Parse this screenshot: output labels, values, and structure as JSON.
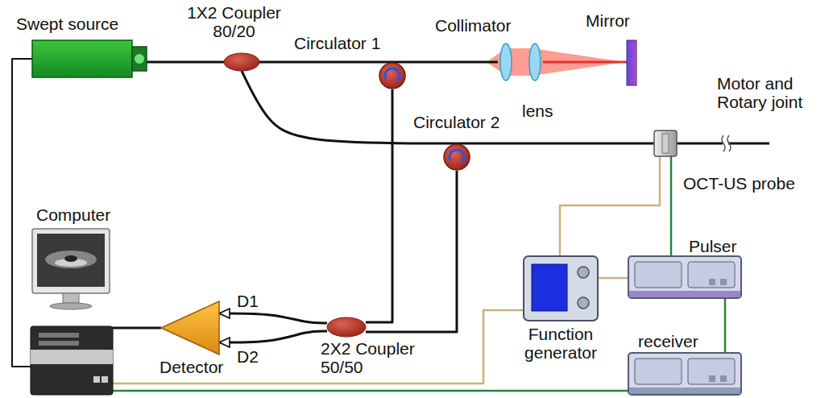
{
  "diagram": {
    "nodes": [
      {
        "text": [
          "Swept source"
        ]
      },
      {
        "text": [
          "1X2 Coupler 80/20"
        ]
      },
      {
        "text": [
          "Circulator 1"
        ]
      },
      {
        "text": [
          "Collimator",
          "lens"
        ]
      },
      {
        "text": [
          "Mirror"
        ]
      },
      {
        "text": [
          "Motor and Rotary joint",
          "OCT-US probe"
        ]
      },
      {
        "text": [
          "Circulator 2"
        ]
      },
      {
        "text": [
          "Computer"
        ]
      },
      {
        "text": [
          "Function generator"
        ]
      },
      {
        "text": [
          "Pulser"
        ]
      },
      {
        "text": [
          "Detector"
        ]
      },
      {
        "text": [
          "2X2 Coupler 50/50"
        ]
      },
      {
        "text": [
          "receiver"
        ]
      }
    ],
    "edges": [
      {
        "from": 0,
        "to": 1,
        "arrow": "none"
      },
      {
        "from": 1,
        "to": 2,
        "arrow": "none"
      },
      {
        "from": 2,
        "to": 3,
        "arrow": "none"
      },
      {
        "from": 3,
        "to": 4,
        "arrow": "none"
      },
      {
        "from": 1,
        "to": 6,
        "arrow": "none"
      },
      {
        "from": 6,
        "to": 5,
        "arrow": "none"
      },
      {
        "from": 2,
        "to": 11,
        "arrow": "none"
      },
      {
        "from": 6,
        "to": 11,
        "arrow": "none"
      },
      {
        "from": 11,
        "to": 10,
        "label": "D1",
        "arrow": "to"
      },
      {
        "from": 11,
        "to": 10,
        "label": "D2",
        "arrow": "to"
      },
      {
        "from": 10,
        "to": 7,
        "arrow": "none"
      },
      {
        "from": 0,
        "to": 7,
        "arrow": "none"
      },
      {
        "from": 8,
        "to": 5,
        "arrow": "none"
      },
      {
        "from": 8,
        "to": 9,
        "arrow": "none"
      },
      {
        "from": 9,
        "to": 5,
        "arrow": "none"
      },
      {
        "from": 9,
        "to": 12,
        "arrow": "none"
      },
      {
        "from": 8,
        "to": 7,
        "arrow": "none"
      },
      {
        "from": 12,
        "to": 7,
        "arrow": "none"
      }
    ]
  }
}
